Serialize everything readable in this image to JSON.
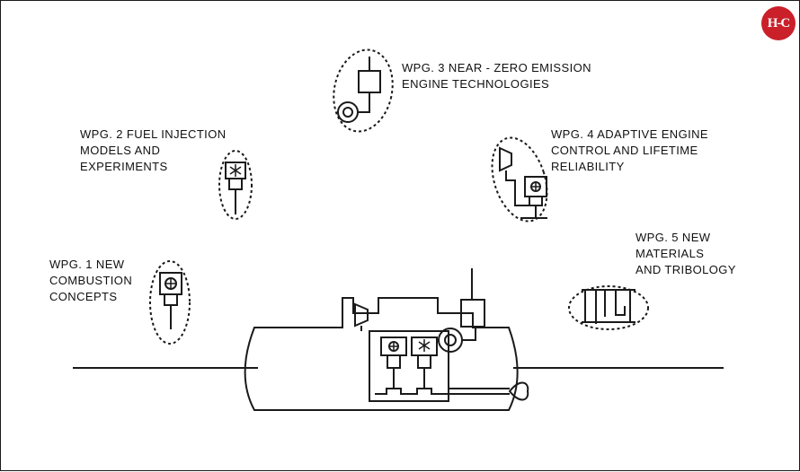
{
  "logo": {
    "text": "H-C",
    "color": "#c9202a"
  },
  "labels": {
    "wpg1": {
      "lines": [
        "WPG. 1 NEW",
        "COMBUSTION",
        "CONCEPTS"
      ]
    },
    "wpg2": {
      "lines": [
        "WPG. 2 FUEL  INJECTION",
        "MODELS AND",
        "EXPERIMENTS"
      ]
    },
    "wpg3": {
      "lines": [
        "WPG. 3 NEAR - ZERO  EMISSION",
        "ENGINE  TECHNOLOGIES"
      ]
    },
    "wpg4": {
      "lines": [
        "WPG. 4 ADAPTIVE  ENGINE",
        "CONTROL AND  LIFETIME",
        "RELIABILITY"
      ]
    },
    "wpg5": {
      "lines": [
        "WPG. 5 NEW",
        "MATERIALS",
        "AND  TRIBOLOGY"
      ]
    }
  },
  "colors": {
    "line": "#1a1a1a",
    "background": "#ffffff"
  }
}
